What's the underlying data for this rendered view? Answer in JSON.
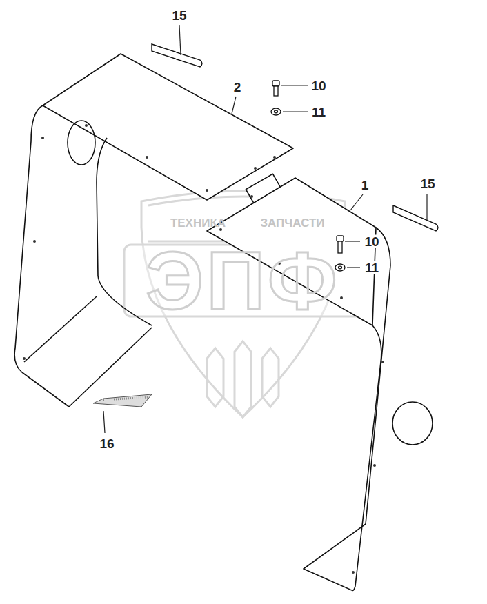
{
  "diagram": {
    "labels": [
      "15",
      "2",
      "10",
      "11",
      "1",
      "15",
      "10",
      "11",
      "16",
      "ТЕХНИКА",
      "ЗАПЧАСТИ",
      "ЭПФ"
    ]
  }
}
